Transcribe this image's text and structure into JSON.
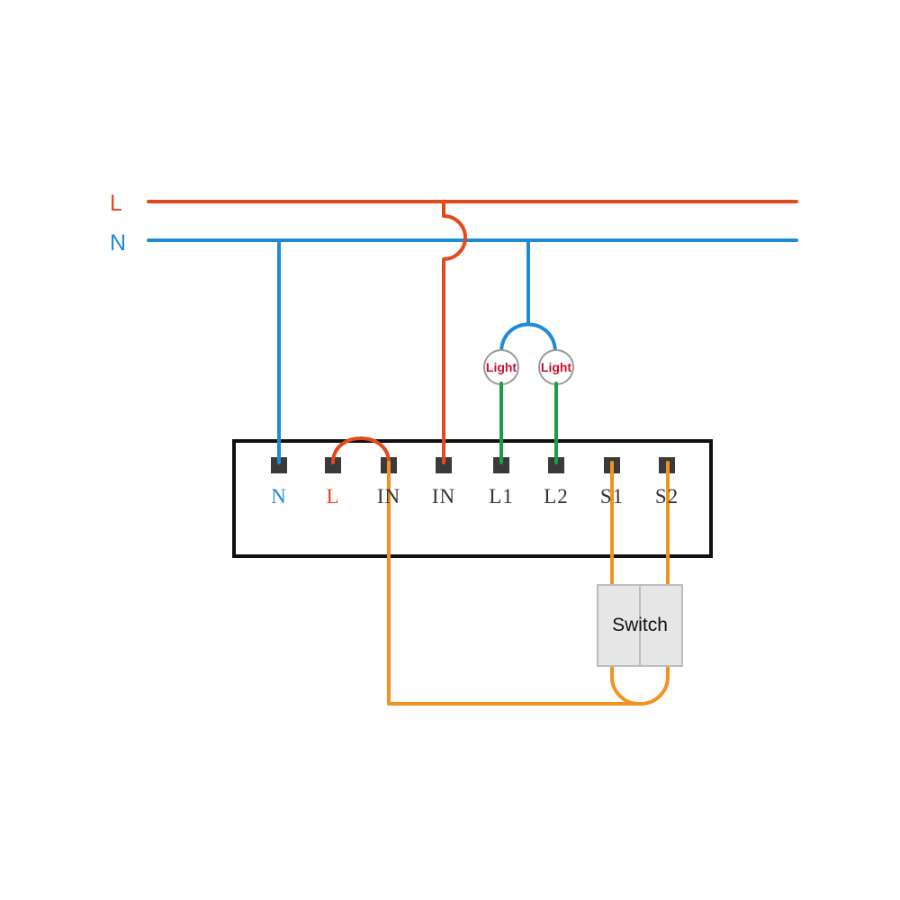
{
  "colors": {
    "live": "#e4491e",
    "neutral": "#1f8bd6",
    "lamp_wire": "#1e9a48",
    "switch_wire": "#f39220",
    "lamp_text": "#c8102e",
    "terminal": "#3a3a3a",
    "box_border": "#111111",
    "switch_fill": "#e6e6e6",
    "switch_border": "#bdbdbd",
    "terminal_text": "#333333"
  },
  "bus": {
    "live_label": "L",
    "neutral_label": "N"
  },
  "module": {
    "terminals": [
      {
        "label": "N",
        "color": "neutral"
      },
      {
        "label": "L",
        "color": "live"
      },
      {
        "label": "IN",
        "color": "terminal_text"
      },
      {
        "label": "IN",
        "color": "terminal_text"
      },
      {
        "label": "L1",
        "color": "terminal_text"
      },
      {
        "label": "L2",
        "color": "terminal_text"
      },
      {
        "label": "S1",
        "color": "terminal_text"
      },
      {
        "label": "S2",
        "color": "terminal_text"
      }
    ]
  },
  "lights": [
    {
      "label": "Light"
    },
    {
      "label": "Light"
    }
  ],
  "switch": {
    "label": "Switch"
  }
}
